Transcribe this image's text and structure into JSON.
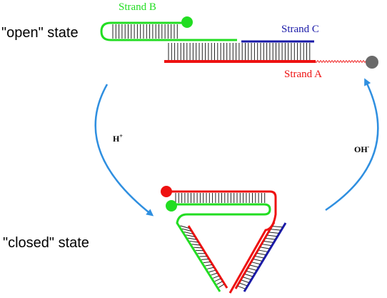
{
  "labels": {
    "open_state": "\"open\" state",
    "closed_state": "\"closed\" state",
    "strand_a": "Strand A",
    "strand_b": "Strand B",
    "strand_c": "Strand C",
    "acid": "H",
    "acid_sup": "+",
    "base": "OH",
    "base_sup": "-"
  },
  "colors": {
    "strand_a": "#ee1111",
    "strand_b": "#22dd22",
    "strand_c": "#1a1aa8",
    "arrow": "#2f8fe0",
    "quencher": "#6a6a6a",
    "rung": "#222222"
  }
}
